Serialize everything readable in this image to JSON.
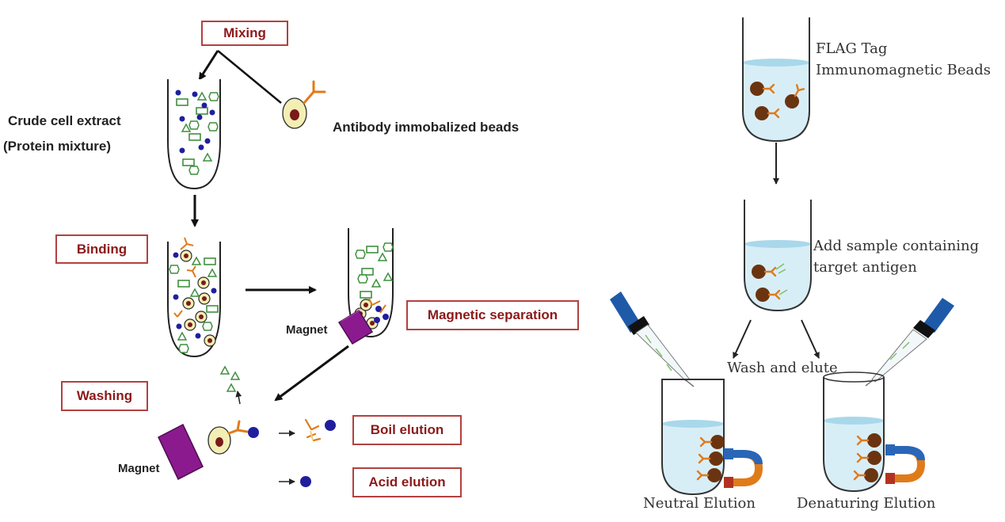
{
  "left_panel": {
    "steps": {
      "mixing": "Mixing",
      "binding": "Binding",
      "washing": "Washing",
      "magnetic_separation": "Magnetic separation",
      "boil_elution": "Boil elution",
      "acid_elution": "Acid elution"
    },
    "crude_extract_line1": "Crude cell extract",
    "crude_extract_line2": "(Protein mixture)",
    "antibody_beads": "Antibody immobalized beads",
    "magnet_label": "Magnet"
  },
  "right_panel": {
    "flag_line1": "FLAG Tag",
    "flag_line2": "Immunomagnetic Beads",
    "sample_line1": "Add sample containing",
    "sample_line2": "target antigen",
    "wash_elute": "Wash and elute",
    "neutral_elution": "Neutral Elution",
    "denaturing_elution": "Denaturing Elution"
  },
  "colors": {
    "label_box_border": "#b34040",
    "label_box_text": "#8b1a1a",
    "magnet_purple": "#8b1a8f",
    "bead_blue": "#1f1f9e",
    "antibody_orange": "#e07b1a",
    "protein_green": "#3f8f3f",
    "liquid_blue": "#a8d8ea",
    "bead_brown": "#6b3410",
    "dropper_blue": "#1e5aa8"
  }
}
